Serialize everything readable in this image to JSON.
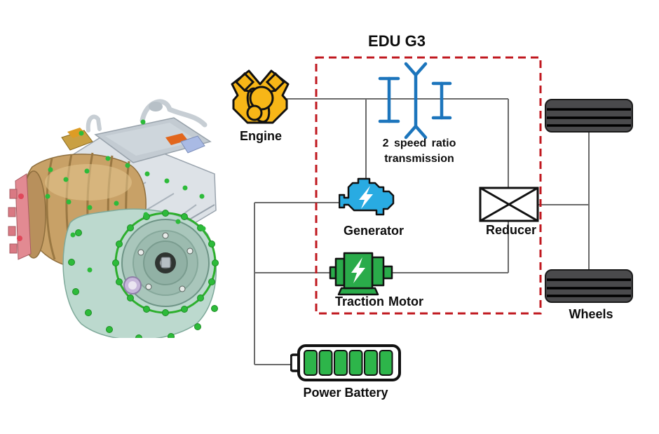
{
  "diagram": {
    "title": "EDU G3",
    "boundary": {
      "name": "EDU G3",
      "line_style": "dashed",
      "color": "#c0181f"
    },
    "nodes": {
      "engine": {
        "label": "Engine",
        "icon": "engine-icon",
        "color": "#f7b617",
        "inside_edu_box": false
      },
      "transmission": {
        "label_line1": "2 speed ratio",
        "label_line2": "transmission",
        "icon": "two-speed-gearset-icon",
        "color": "#1c75bc",
        "inside_edu_box": true
      },
      "generator": {
        "label": "Generator",
        "icon": "generator-icon",
        "color": "#29abe2",
        "inside_edu_box": true
      },
      "traction_motor": {
        "label": "Traction Motor",
        "icon": "traction-motor-icon",
        "color": "#2aab4a",
        "inside_edu_box": true
      },
      "reducer": {
        "label": "Reducer",
        "icon": "reducer-crossed-box-icon",
        "color": "#ffffff",
        "inside_edu_box": true
      },
      "wheels": {
        "label": "Wheels",
        "icon": "wheel-icon",
        "color": "#4a4a4c",
        "inside_edu_box": false
      },
      "power_battery": {
        "label": "Power Battery",
        "icon": "power-battery-icon",
        "color": "#2db54a",
        "inside_edu_box": false
      }
    },
    "connections": [
      {
        "from": "Engine",
        "to": "2 speed ratio transmission"
      },
      {
        "from": "2 speed ratio transmission",
        "to": "Generator"
      },
      {
        "from": "2 speed ratio transmission",
        "to": "Reducer"
      },
      {
        "from": "Traction Motor",
        "to": "Reducer"
      },
      {
        "from": "Reducer",
        "to": "Wheels"
      },
      {
        "from": "Generator",
        "to": "Power Battery"
      },
      {
        "from": "Traction Motor",
        "to": "Power Battery"
      }
    ],
    "colors": {
      "wire_gray": "#6a6a6a",
      "boundary_red": "#c0181f",
      "engine_yellow": "#f7b617",
      "generator_blue": "#29abe2",
      "motor_green": "#2aab4a",
      "battery_green": "#2db54a",
      "transmission_blue": "#1c75bc",
      "wheel_gray": "#4a4a4c",
      "text_black": "#0d0d0d"
    },
    "icons": [
      "engine-icon",
      "two-speed-gearset-icon",
      "generator-icon",
      "traction-motor-icon",
      "reducer-crossed-box-icon",
      "wheel-icon",
      "power-battery-icon",
      "lightning-bolt-icon",
      "edu-unit-3d-illustration"
    ]
  }
}
